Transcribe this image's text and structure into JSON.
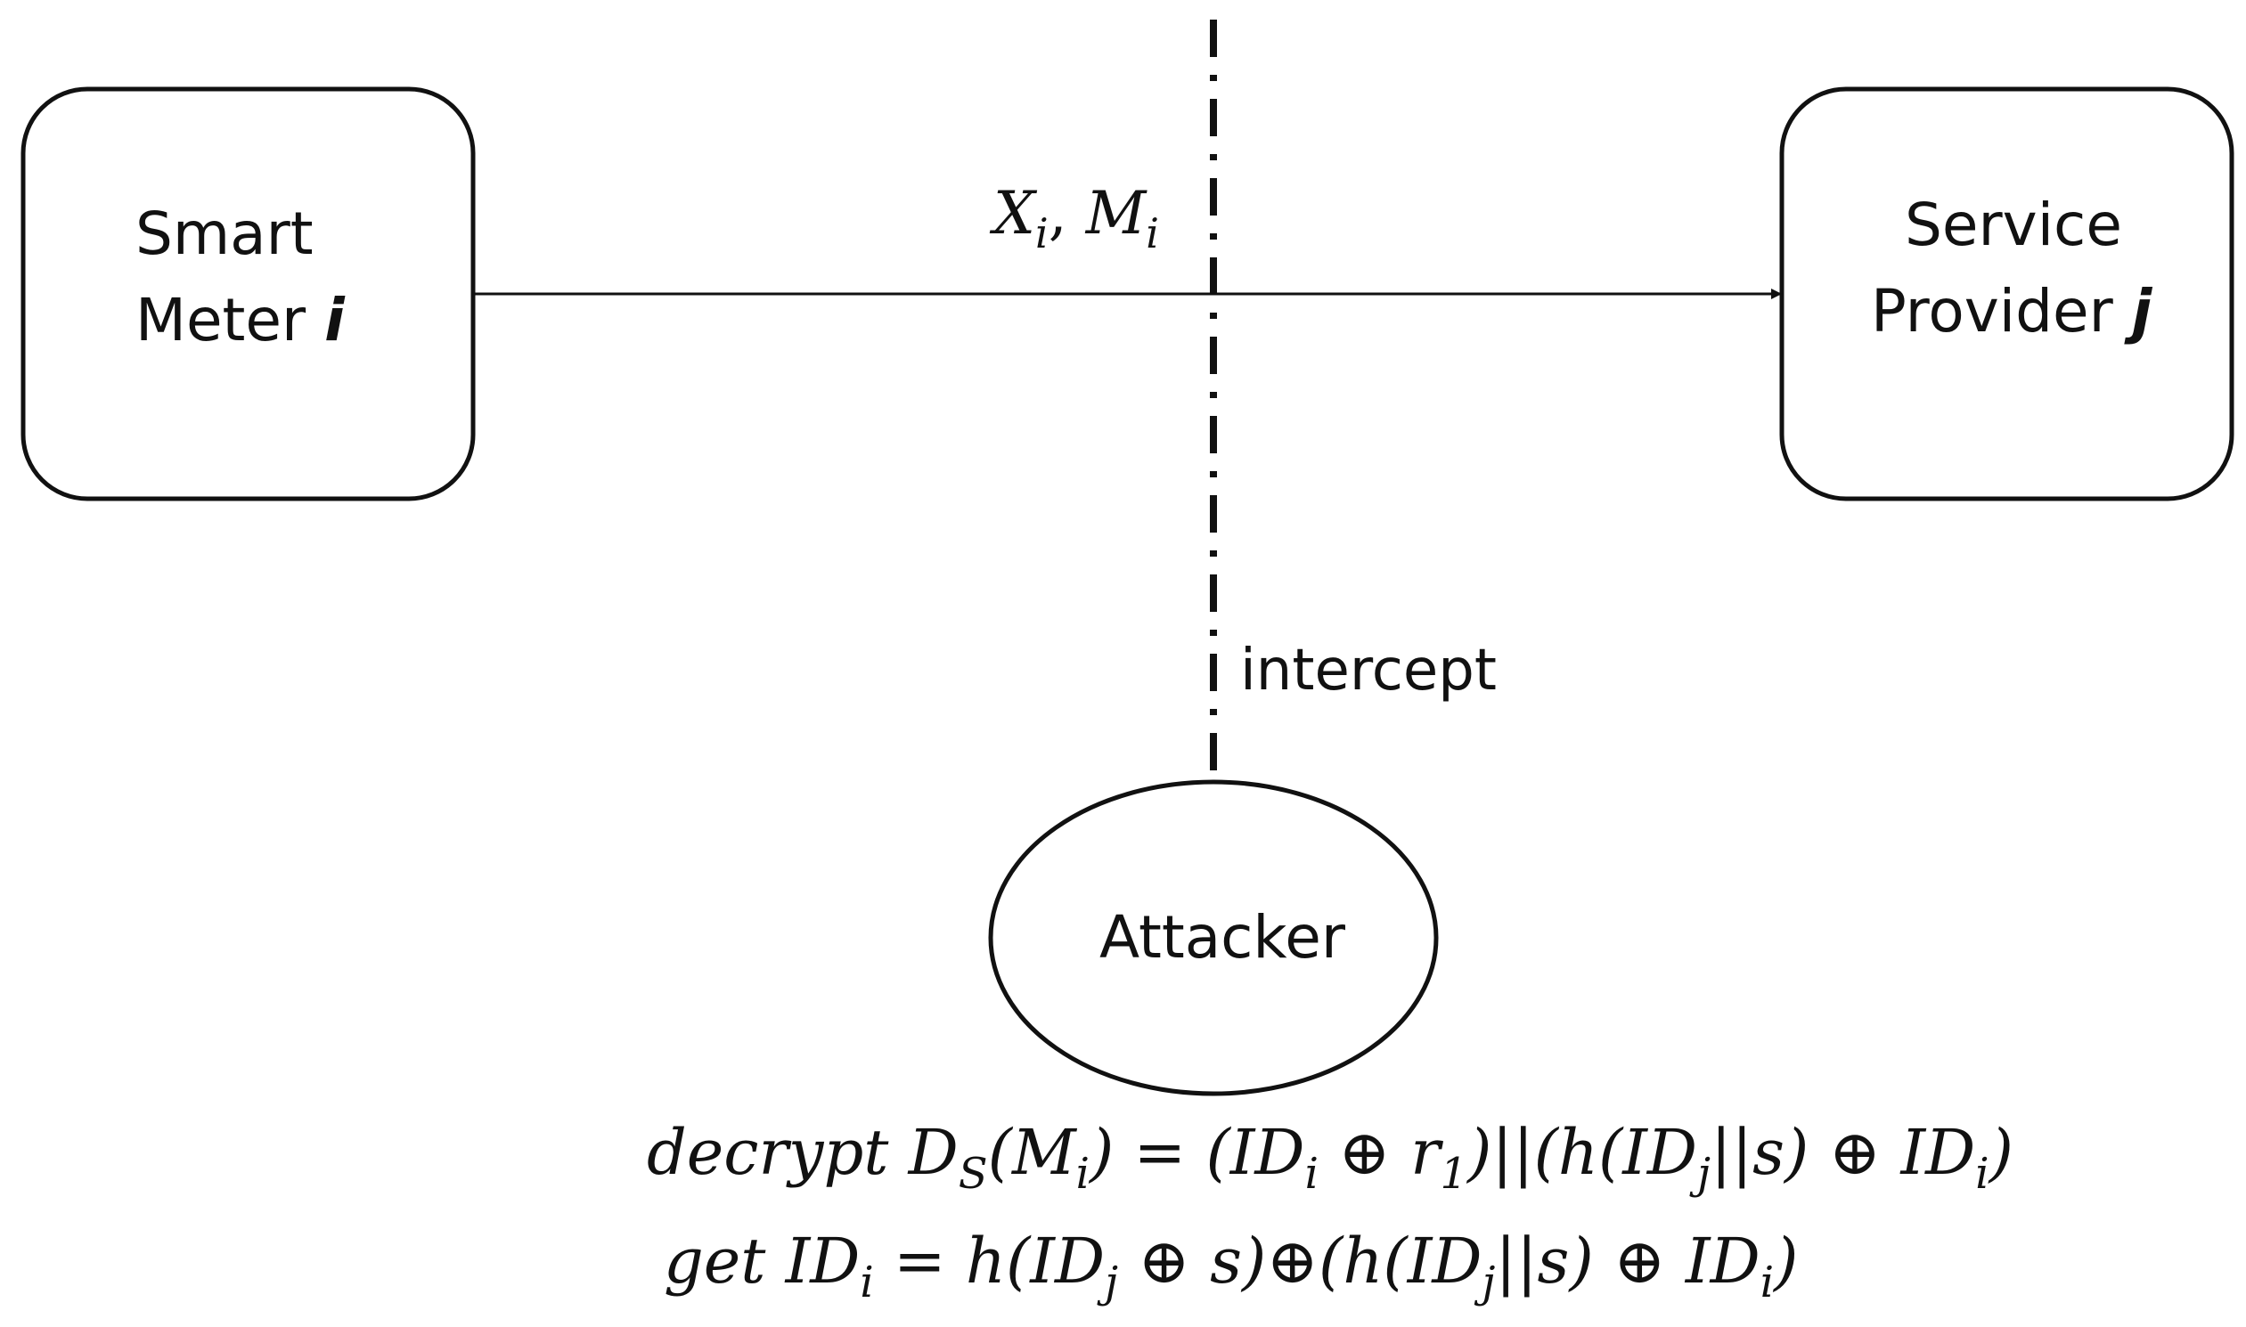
{
  "nodes": {
    "smart_meter": {
      "line1": "Smart",
      "line2": "Meter",
      "var": "i"
    },
    "service_provider": {
      "line1": "Service",
      "line2": "Provider",
      "var": "j"
    },
    "attacker": {
      "label": "Attacker"
    }
  },
  "message": {
    "x_sym": "X",
    "x_sub": "i",
    "sep": ", ",
    "m_sym": "M",
    "m_sub": "i"
  },
  "intercept_label": "intercept",
  "equations": {
    "decrypt": {
      "prefix": "decrypt ",
      "d": "D",
      "d_sub": "S",
      "arg": "(M",
      "arg_sub": "i",
      "arg_close": ") = (ID",
      "id_sub1": "i",
      "xor1": " ⊕ r",
      "r_sub": "1",
      "mid": ")||(h(ID",
      "id_sub2": "j",
      "mid2": "||s) ⊕ ID",
      "id_sub3": "i",
      "end": ")"
    },
    "get": {
      "prefix": "get ID",
      "id_sub1": "i",
      "eq": " = h(ID",
      "id_sub2": "j",
      "xor": " ⊕ s)⊕(h(ID",
      "id_sub3": "j",
      "mid": "||s) ⊕ ID",
      "id_sub4": "i",
      "end": ")"
    }
  },
  "colors": {
    "stroke": "#111111",
    "background": "#ffffff"
  }
}
